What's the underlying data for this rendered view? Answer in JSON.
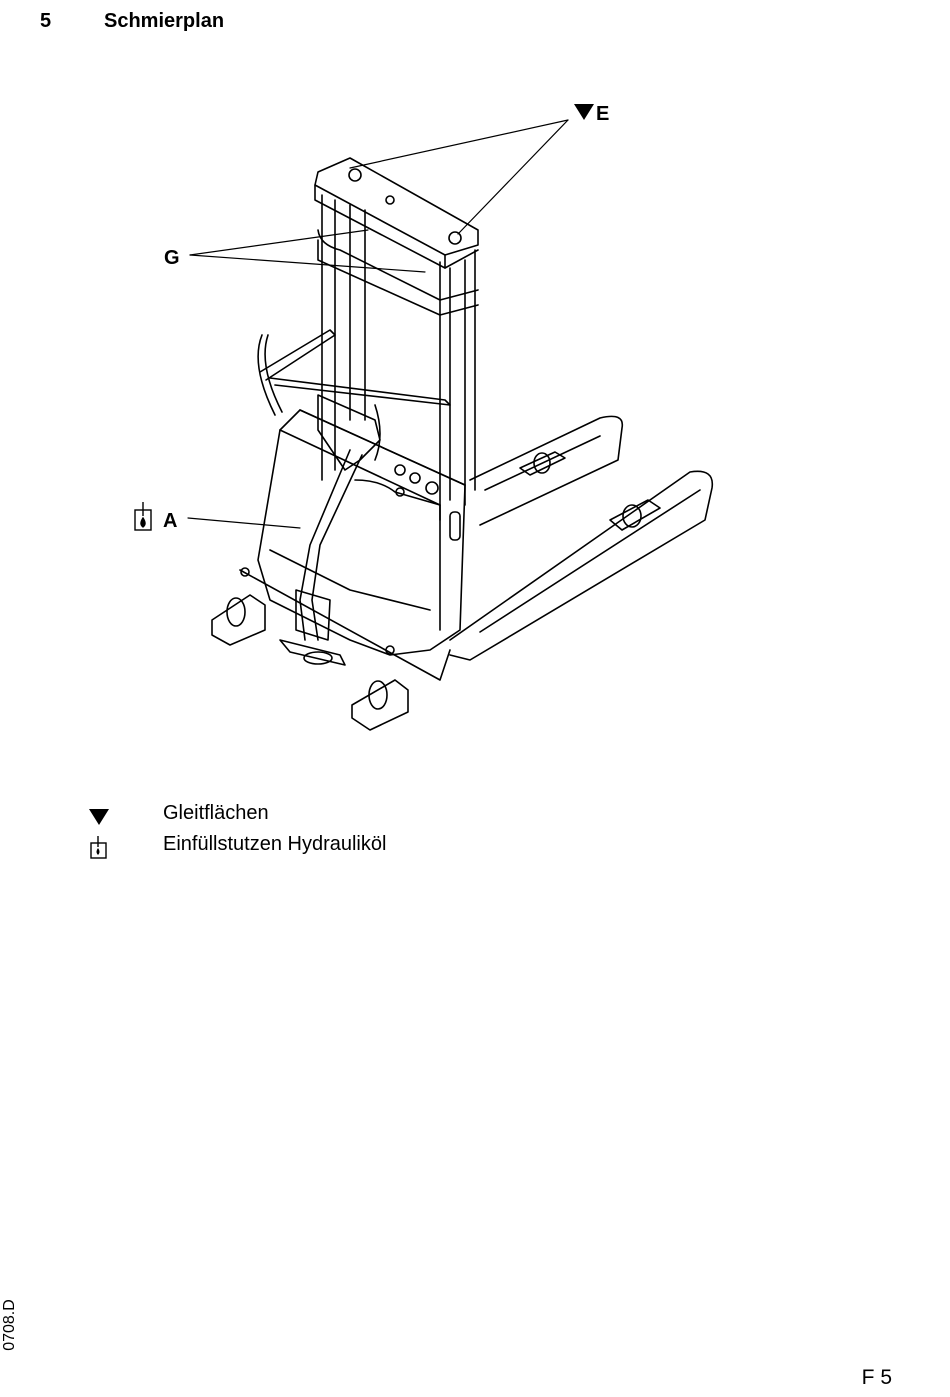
{
  "header": {
    "section_number": "5",
    "section_title": "Schmierplan"
  },
  "figure": {
    "callouts": {
      "E": "E",
      "G": "G",
      "A": "A"
    }
  },
  "legend": {
    "items": [
      {
        "icon": "lubrication-triangle-icon",
        "label": "Gleitflächen"
      },
      {
        "icon": "hydraulic-oil-filler-icon",
        "label": "Einfüllstutzen Hydrauliköl"
      }
    ]
  },
  "footer": {
    "doc_code": "0708.D",
    "page_number": "F 5"
  }
}
